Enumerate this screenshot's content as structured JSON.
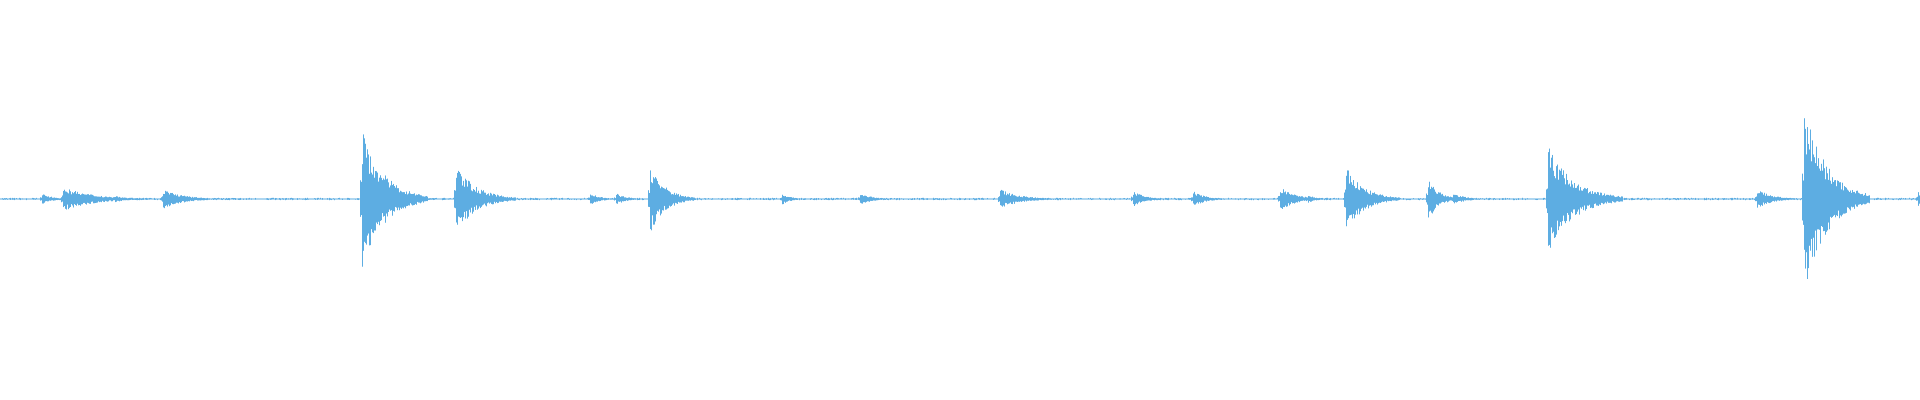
{
  "chart_data": {
    "type": "waveform",
    "title": "",
    "xlabel": "",
    "ylabel": "",
    "ylim": [
      -1,
      1
    ],
    "grid": false,
    "color": "#5dade2",
    "bins": 1920,
    "baseline_noise": 0.006,
    "events": [
      {
        "bin": 42,
        "peak": 0.03,
        "decay": 10
      },
      {
        "bin": 63,
        "peak": 0.06,
        "decay": 30
      },
      {
        "bin": 115,
        "peak": 0.02,
        "decay": 10
      },
      {
        "bin": 163,
        "peak": 0.05,
        "decay": 20
      },
      {
        "bin": 362,
        "peak": 0.34,
        "decay": 22
      },
      {
        "bin": 418,
        "peak": 0.02,
        "decay": 8
      },
      {
        "bin": 456,
        "peak": 0.17,
        "decay": 20
      },
      {
        "bin": 590,
        "peak": 0.03,
        "decay": 10
      },
      {
        "bin": 616,
        "peak": 0.03,
        "decay": 10
      },
      {
        "bin": 650,
        "peak": 0.17,
        "decay": 15
      },
      {
        "bin": 782,
        "peak": 0.03,
        "decay": 8
      },
      {
        "bin": 860,
        "peak": 0.03,
        "decay": 12
      },
      {
        "bin": 1000,
        "peak": 0.05,
        "decay": 20
      },
      {
        "bin": 1133,
        "peak": 0.04,
        "decay": 12
      },
      {
        "bin": 1193,
        "peak": 0.04,
        "decay": 12
      },
      {
        "bin": 1280,
        "peak": 0.06,
        "decay": 15
      },
      {
        "bin": 1308,
        "peak": 0.02,
        "decay": 8
      },
      {
        "bin": 1346,
        "peak": 0.16,
        "decay": 18
      },
      {
        "bin": 1428,
        "peak": 0.11,
        "decay": 10
      },
      {
        "bin": 1453,
        "peak": 0.03,
        "decay": 12
      },
      {
        "bin": 1548,
        "peak": 0.27,
        "decay": 25
      },
      {
        "bin": 1757,
        "peak": 0.05,
        "decay": 15
      },
      {
        "bin": 1804,
        "peak": 0.48,
        "decay": 22
      },
      {
        "bin": 1918,
        "peak": 0.04,
        "decay": 4
      }
    ]
  }
}
